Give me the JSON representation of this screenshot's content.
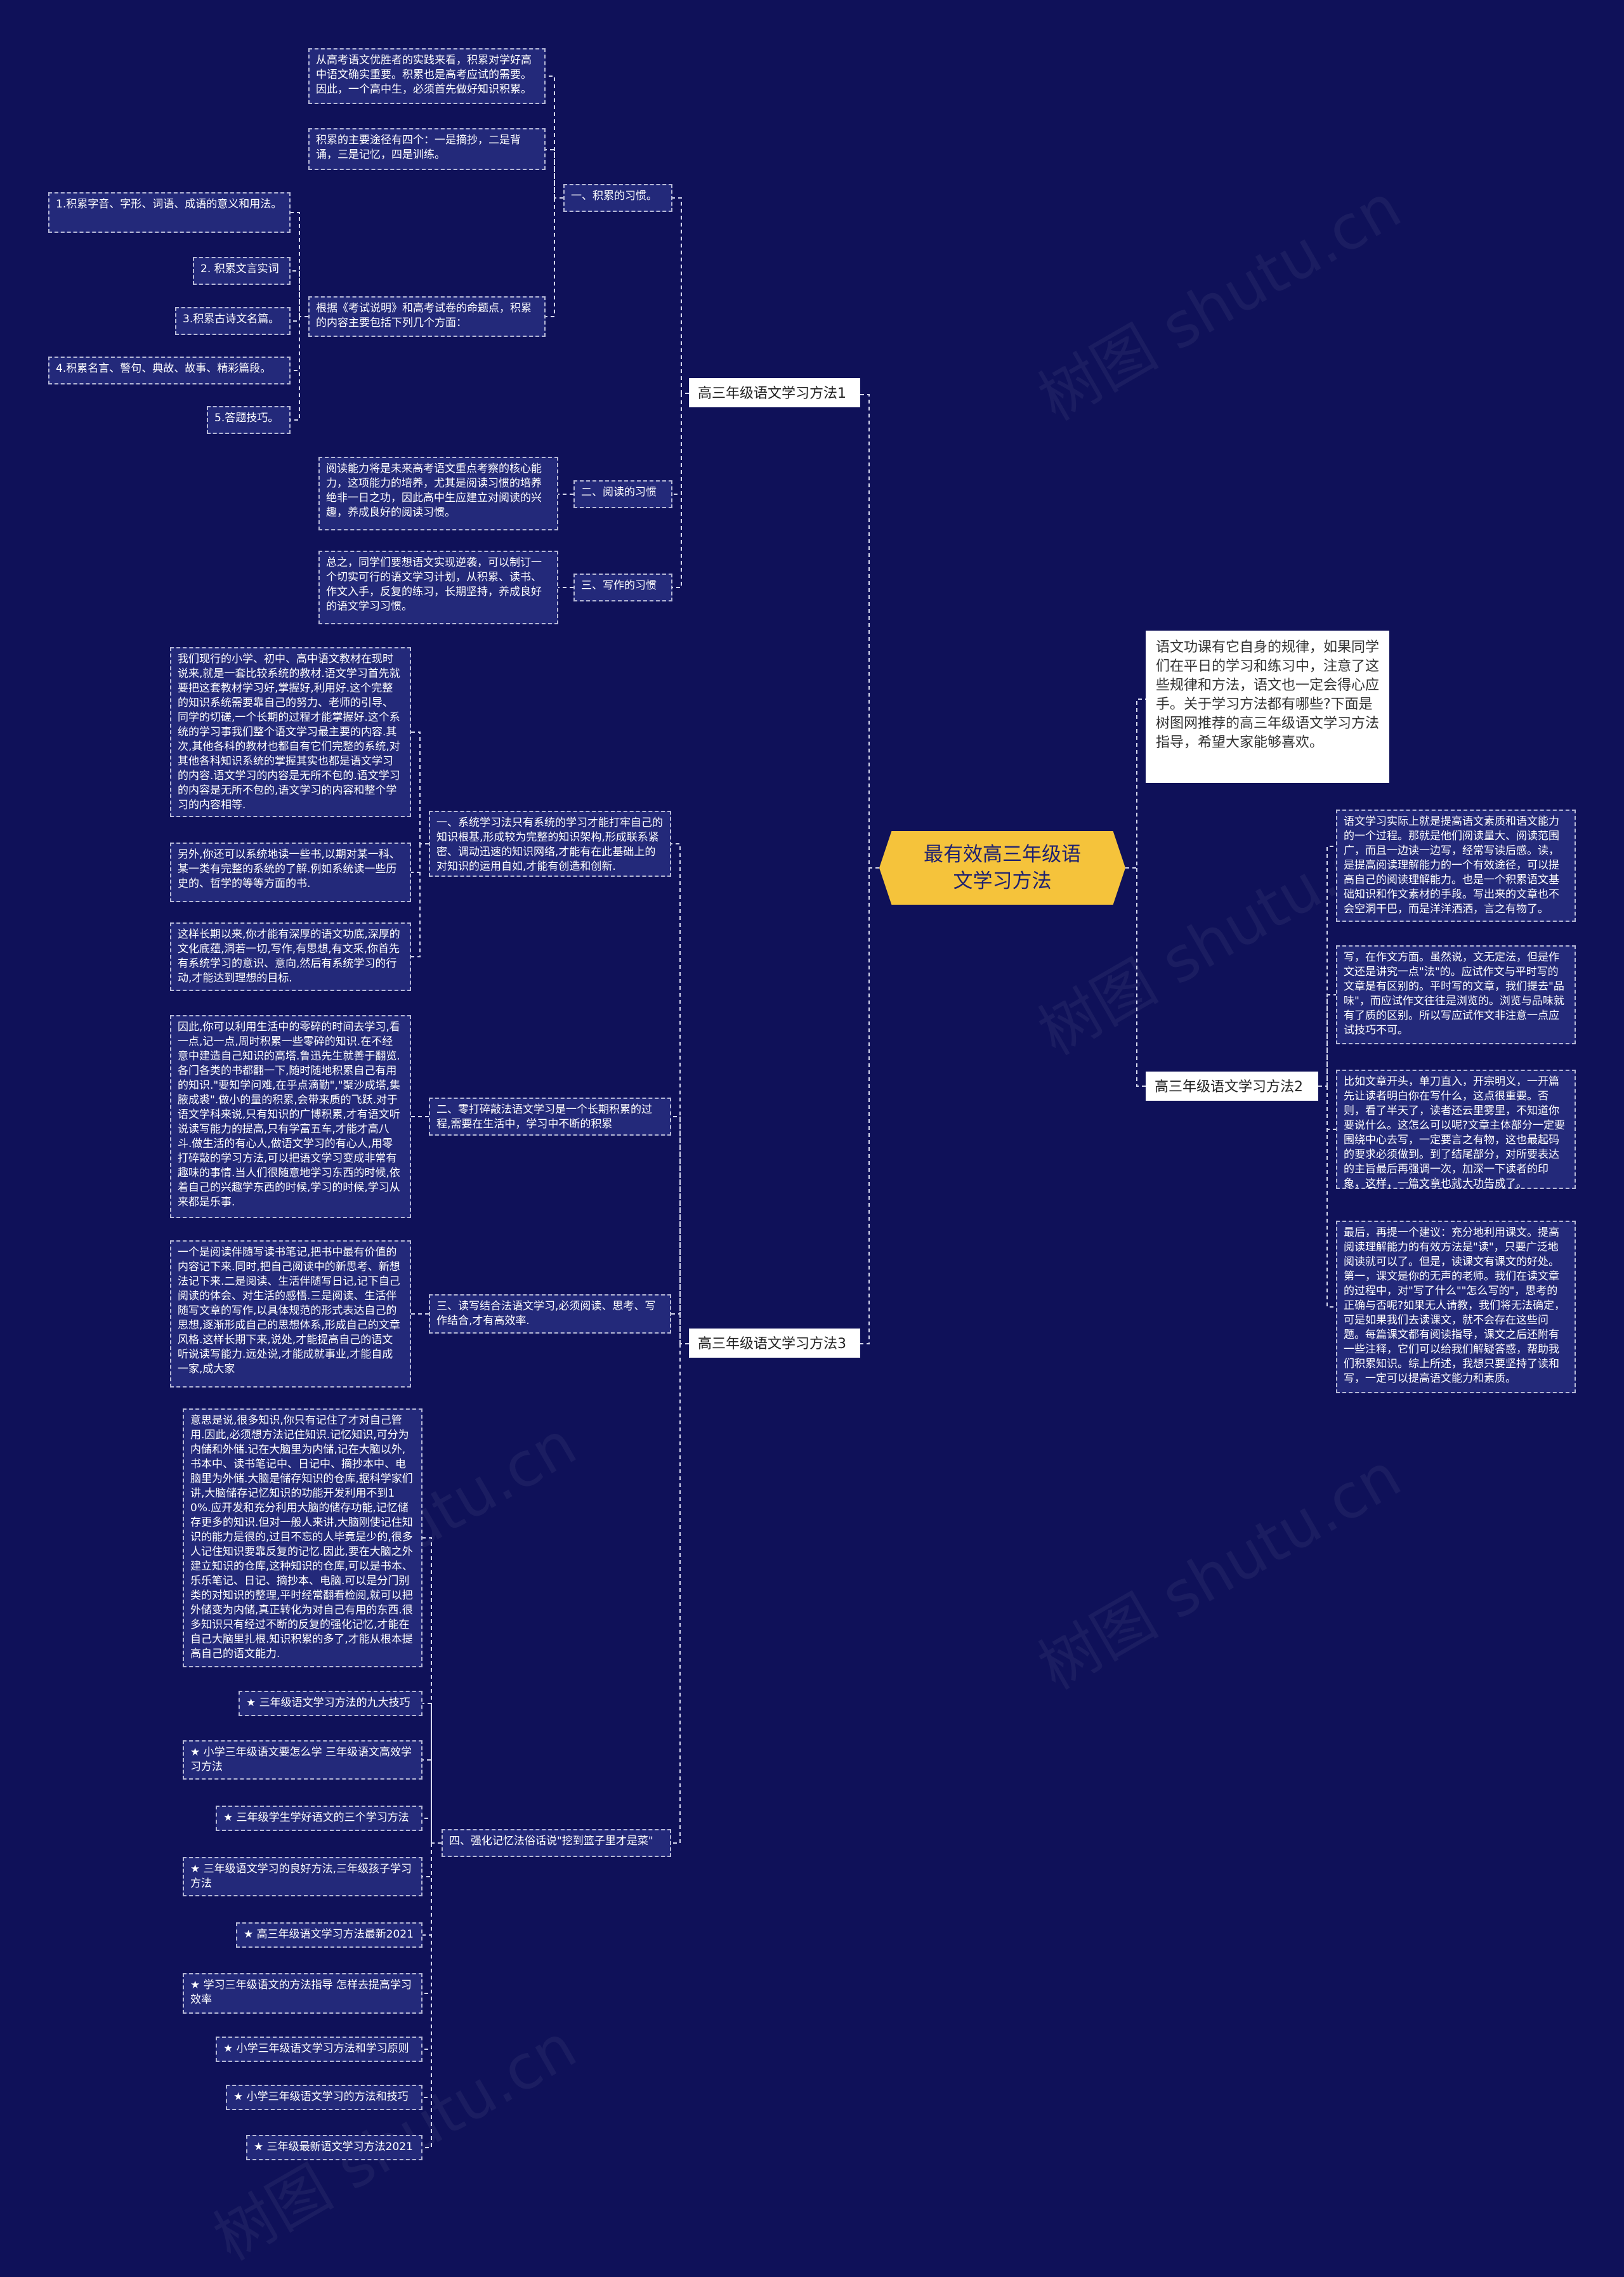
{
  "root": "最有效高三年级语文学习方法",
  "intro": "语文功课有它自身的规律，如果同学们在平日的学习和练习中，注意了这些规律和方法，语文也一定会得心应手。关于学习方法都有哪些?下面是树图网推荐的高三年级语文学习方法指导，希望大家能够喜欢。",
  "branches": {
    "b1": "高三年级语文学习方法1",
    "b2": "高三年级语文学习方法2",
    "b3": "高三年级语文学习方法3"
  },
  "m1": {
    "s1": "一、积累的习惯。",
    "s1_t1": "从高考语文优胜者的实践来看，积累对学好高中语文确实重要。积累也是高考应试的需要。因此，一个高中生，必须首先做好知识积累。",
    "s1_t2": "积累的主要途径有四个：一是摘抄，二是背诵，三是记忆，四是训练。",
    "s1_t3": "根据《考试说明》和高考试卷的命题点，积累的内容主要包括下列几个方面：",
    "s1_items": [
      "1.积累字音、字形、词语、成语的意义和用法。",
      "2. 积累文言实词",
      "3.积累古诗文名篇。",
      "4.积累名言、警句、典故、故事、精彩篇段。",
      "5.答题技巧。"
    ],
    "s2": "二、阅读的习惯",
    "s2_t": "阅读能力将是未来高考语文重点考察的核心能力，这项能力的培养，尤其是阅读习惯的培养绝非一日之功，因此高中生应建立对阅读的兴趣，养成良好的阅读习惯。",
    "s3": "三、写作的习惯",
    "s3_t": "总之，同学们要想语文实现逆袭，可以制订一个切实可行的语文学习计划，从积累、读书、作文入手，反复的练习，长期坚持，养成良好的语文学习习惯。"
  },
  "m2": {
    "p1": "语文学习实际上就是提高语文素质和语文能力的一个过程。那就是他们阅读量大、阅读范围广，而且一边读一边写，经常写读后感。读，是提高阅读理解能力的一个有效途径，可以提高自己的阅读理解能力。也是一个积累语文基础知识和作文素材的手段。写出来的文章也不会空洞干巴，而是洋洋洒洒，言之有物了。",
    "p2": "写，在作文方面。虽然说，文无定法，但是作文还是讲究一点\"法\"的。应试作文与平时写的文章是有区别的。平时写的文章，我们提去\"品味\"，而应试作文往往是浏览的。浏览与品味就有了质的区别。所以写应试作文非注意一点应试技巧不可。",
    "p3": "比如文章开头，单刀直入，开宗明义，一开篇先让读者明白你在写什么，这点很重要。否则，看了半天了，读者还云里雾里，不知道你要说什么。这怎么可以呢?文章主体部分一定要围绕中心去写，一定要言之有物，这也最起码的要求必须做到。到了结尾部分，对所要表达的主旨最后再强调一次，加深一下读者的印象，这样，一篇文章也就大功告成了。",
    "p4": "最后，再提一个建议：充分地利用课文。提高阅读理解能力的有效方法是\"读\"，只要广泛地阅读就可以了。但是，读课文有课文的好处。第一，课文是你的无声的老师。我们在读文章的过程中，对\"写了什么\"\"怎么写的\"，思考的正确与否呢?如果无人请教，我们将无法确定，可是如果我们去读课文，就不会存在这些问题。每篇课文都有阅读指导，课文之后还附有一些注释，它们可以给我们解疑答惑，帮助我们积累知识。综上所述，我想只要坚持了读和写，一定可以提高语文能力和素质。"
  },
  "m3": {
    "s1": "一、系统学习法只有系统的学习才能打牢自己的知识根基,形成较为完整的知识架构,形成联系紧密、调动迅速的知识网络,才能有在此基础上的对知识的运用自如,才能有创造和创新.",
    "s1_t1": "我们现行的小学、初中、高中语文教材在现时说来,就是一套比较系统的教材.语文学习首先就要把这套教材学习好,掌握好,利用好.这个完整的知识系统需要靠自己的努力、老师的引导、同学的切磋,一个长期的过程才能掌握好.这个系统的学习事我们整个语文学习最主要的内容.其次,其他各科的教材也都自有它们完整的系统,对其他各科知识系统的掌握其实也都是语文学习的内容.语文学习的内容是无所不包的.语文学习的内容是无所不包的,语文学习的内容和整个学习的内容相等.",
    "s1_t2": "另外,你还可以系统地读一些书,以期对某一科、某一类有完整的系统的了解.例如系统读一些历史的、哲学的等等方面的书.",
    "s1_t3": "这样长期以来,你才能有深厚的语文功底,深厚的文化底蕴,洞若一切,写作,有思想,有文采,你首先有系统学习的意识、意向,然后有系统学习的行动,才能达到理想的目标.",
    "s2": "二、零打碎敲法语文学习是一个长期积累的过程,需要在生活中，学习中不断的积累",
    "s2_t": "因此,你可以利用生活中的零碎的时间去学习,看一点,记一点,周时积累一些零碎的知识.在不经意中建造自己知识的高塔.鲁迅先生就善于翻览.各门各类的书都翻一下,随时随地积累自己有用的知识.\"要知学问难,在乎点滴勤\",\"聚沙成塔,集腋成裘\".做小的量的积累,会带来质的飞跃.对于语文学科来说,只有知识的广博积累,才有语文听说读写能力的提高,只有学富五车,才能才高八斗.做生活的有心人,做语文学习的有心人,用零打碎敲的学习方法,可以把语文学习变成非常有趣味的事情.当人们很随意地学习东西的时候,依着自己的兴趣学东西的时候,学习的时候,学习从来都是乐事.",
    "s3": "三、读写结合法语文学习,必须阅读、思考、写作结合,才有高效率.",
    "s3_t": "一个是阅读伴随写读书笔记,把书中最有价值的内容记下来.同时,把自己阅读中的新思考、新想法记下来.二是阅读、生活伴随写日记,记下自己阅读的体会、对生活的感悟.三是阅读、生活伴随写文章的写作,以具体规范的形式表达自己的思想,逐渐形成自己的思想体系,形成自己的文章风格.这样长期下来,说处,才能提高自己的语文听说读写能力.远处说,才能成就事业,才能自成一家,成大家",
    "s4": "四、强化记忆法俗话说\"挖到篮子里才是菜\"",
    "s4_t": "意思是说,很多知识,你只有记住了才对自己管用.因此,必须想方法记住知识.记忆知识,可分为内储和外储.记在大脑里为内储,记在大脑以外,书本中、读书笔记中、日记中、摘抄本中、电脑里为外储.大脑是储存知识的仓库,据科学家们讲,大脑储存记忆知识的功能开发利用不到10%.应开发和充分利用大脑的储存功能,记忆储存更多的知识.但对一般人来讲,大脑刚使记住知识的能力是很的,过目不忘的人毕竟是少的,很多人记住知识要靠反复的记忆.因此,要在大脑之外建立知识的仓库,这种知识的仓库,可以是书本、乐乐笔记、日记、摘抄本、电脑.可以是分门别类的对知识的整理,平时经常翻看检阅,就可以把外储变为内储,真正转化为对自己有用的东西.很多知识只有经过不断的反复的强化记忆,才能在自己大脑里扎根.知识积累的多了,才能从根本提高自己的语文能力.",
    "links": [
      "★ 三年级语文学习方法的九大技巧",
      "★ 小学三年级语文要怎么学 三年级语文高效学习方法",
      "★ 三年级学生学好语文的三个学习方法",
      "★ 三年级语文学习的良好方法,三年级孩子学习方法",
      "★ 高三年级语文学习方法最新2021",
      "★ 学习三年级语文的方法指导 怎样去提高学习效率",
      "★ 小学三年级语文学习方法和学习原则",
      "★ 小学三年级语文学习的方法和技巧",
      "★ 三年级最新语文学习方法2021"
    ]
  },
  "watermark": "树图 shutu.cn",
  "colors": {
    "background": "#0f1159",
    "node": "#23297a",
    "root": "#f5c33b",
    "line": "#d6d8ee"
  }
}
